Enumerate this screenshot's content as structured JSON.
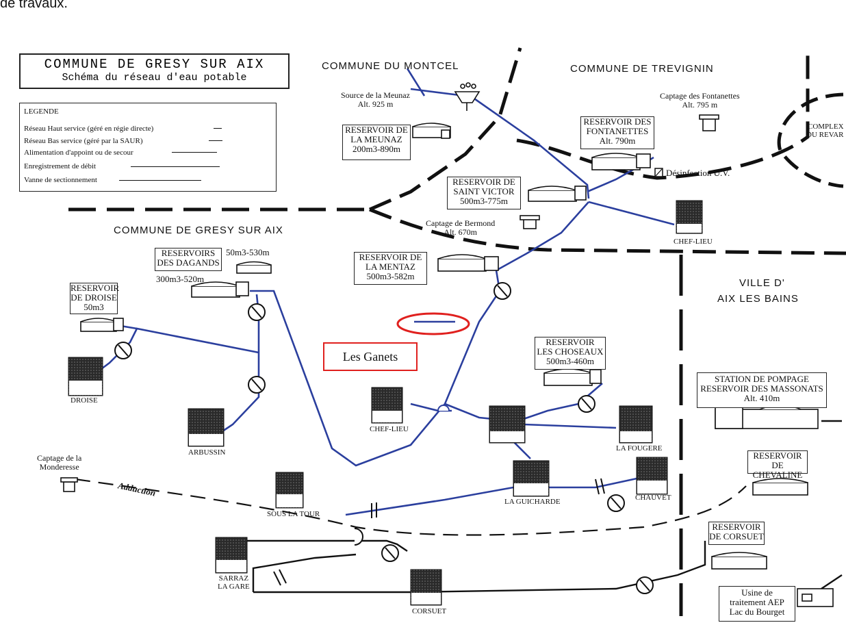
{
  "header": {
    "fragment": "de travaux."
  },
  "title": {
    "line1": "COMMUNE DE GRESY SUR AIX",
    "line2": "Schéma du réseau d'eau potable"
  },
  "legend": {
    "heading": "LEGENDE",
    "rows": [
      "Réseau Haut service (géré en régie directe)",
      "Réseau Bas service (géré par la SAUR)",
      "Alimentation d'appoint ou de secour",
      "Enregistrement de débit",
      "Vanne de sectionnement"
    ]
  },
  "communes": {
    "montcel": "COMMUNE DU MONTCEL",
    "trevignin": "COMMUNE DE TREVIGNIN",
    "gresy": "COMMUNE DE GRESY SUR AIX",
    "aix_line1": "VILLE D'",
    "aix_line2": "AIX LES BAINS",
    "complex_line1": "COMPLEX",
    "complex_line2": "DU REVAR"
  },
  "sources": {
    "meunaz_line1": "Source de la Meunaz",
    "meunaz_line2": "Alt. 925 m",
    "fontanettes_line1": "Captage des Fontanettes",
    "fontanettes_line2": "Alt. 795 m",
    "bermond_line1": "Captage de Bermond",
    "bermond_line2": "Alt. 670m",
    "monderesse_line1": "Captage de la",
    "monderesse_line2": "Monderesse"
  },
  "reservoirs": {
    "meunaz": [
      "RESERVOIR DE",
      "LA MEUNAZ",
      "200m3-890m"
    ],
    "fontanettes": [
      "RESERVOIR DES",
      "FONTANETTES",
      "Alt. 790m"
    ],
    "saint_victor": [
      "RESERVOIR DE",
      "SAINT VICTOR",
      "500m3-775m"
    ],
    "mentaz": [
      "RESERVOIR DE",
      "LA MENTAZ",
      "500m3-582m"
    ],
    "dagands": [
      "RESERVOIRS",
      "DES DAGANDS"
    ],
    "dagands_cap1": "50m3-530m",
    "dagands_cap2": "300m3-520m",
    "droise": [
      "RESERVOIR",
      "DE DROISE",
      "50m3"
    ],
    "choseaux": [
      "RESERVOIR",
      "LES CHOSEAUX",
      "500m3-460m"
    ],
    "massonats": [
      "STATION DE POMPAGE",
      "RESERVOIR DES MASSONATS",
      "Alt. 410m"
    ],
    "chevaline": [
      "RESERVOIR",
      "DE CHEVALINE"
    ],
    "corsuet": [
      "RESERVOIR",
      "DE CORSUET"
    ],
    "usine": [
      "Usine de",
      "traitement AEP",
      "Lac du Bourget"
    ]
  },
  "desinfection": "Désinfection U.V.",
  "places": {
    "chef_lieu_top": "CHEF-LIEU",
    "droise": "DROISE",
    "arbussin": "ARBUSSIN",
    "chef_lieu": "CHEF-LIEU",
    "la_fougere": "LA FOUGERE",
    "sous_la_tour": "SOUS LA TOUR",
    "la_guicharde": "LA GUICHARDE",
    "chauvet": "CHAUVET",
    "sarraz_line1": "SARRAZ",
    "sarraz_line2": "LA GARE",
    "corsuet": "CORSUET"
  },
  "adduction": "Adduction",
  "annotation": "Les Ganets",
  "colors": {
    "network": "#2b3f9e",
    "boundary": "#111111",
    "highlight": "#e0201e"
  }
}
